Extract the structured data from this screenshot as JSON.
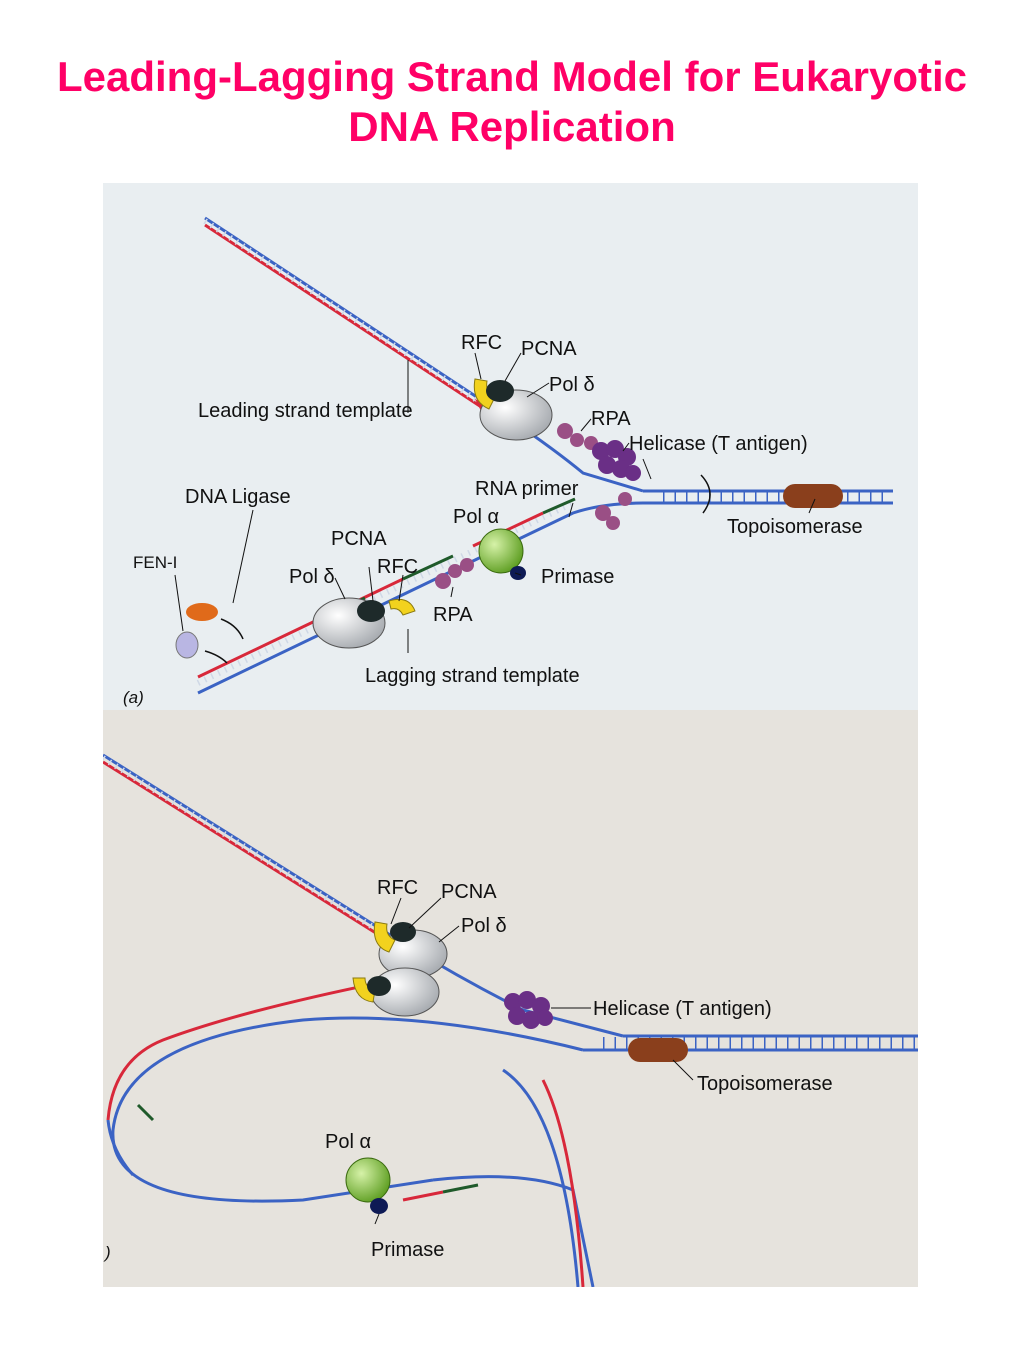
{
  "title": {
    "line1": "Leading-Lagging Strand Model for Eukaryotic",
    "line2": "DNA Replication"
  },
  "panel_a": {
    "panel_label": "(a)",
    "labels": {
      "rfc_top": "RFC",
      "pcna_top": "PCNA",
      "pol_delta_top": "Pol δ",
      "leading_strand_template": "Leading strand template",
      "rpa_top": "RPA",
      "helicase": "Helicase (T antigen)",
      "rna_primer": "RNA primer",
      "dna_ligase": "DNA Ligase",
      "pol_alpha": "Pol α",
      "topoisomerase": "Topoisomerase",
      "pcna_bottom": "PCNA",
      "fen1": "FEN-I",
      "pol_delta_bottom": "Pol δ",
      "rfc_bottom": "RFC",
      "primase": "Primase",
      "rpa_bottom": "RPA",
      "lagging_strand_template": "Lagging strand template"
    }
  },
  "panel_b": {
    "panel_label": ")",
    "labels": {
      "rfc": "RFC",
      "pcna": "PCNA",
      "pol_delta": "Pol δ",
      "helicase": "Helicase (T antigen)",
      "topoisomerase": "Topoisomerase",
      "pol_alpha": "Pol α",
      "primase": "Primase"
    }
  },
  "colors": {
    "title": "#ff0066",
    "template_strand": "#3b63c4",
    "new_strand": "#d8283a",
    "primer": "#1f5a2a",
    "pol_delta": "#c9ccd0",
    "pol_alpha": "#7fbf3a",
    "rfc": "#f2d21e",
    "pcna": "#1e2a2a",
    "helicase": "#6a2f86",
    "rpa": "#9a4f85",
    "topoisomerase": "#8a3f1c",
    "ligase": "#e06a1a",
    "fen1": "#b9b6e3",
    "primase": "#0e1a55"
  }
}
